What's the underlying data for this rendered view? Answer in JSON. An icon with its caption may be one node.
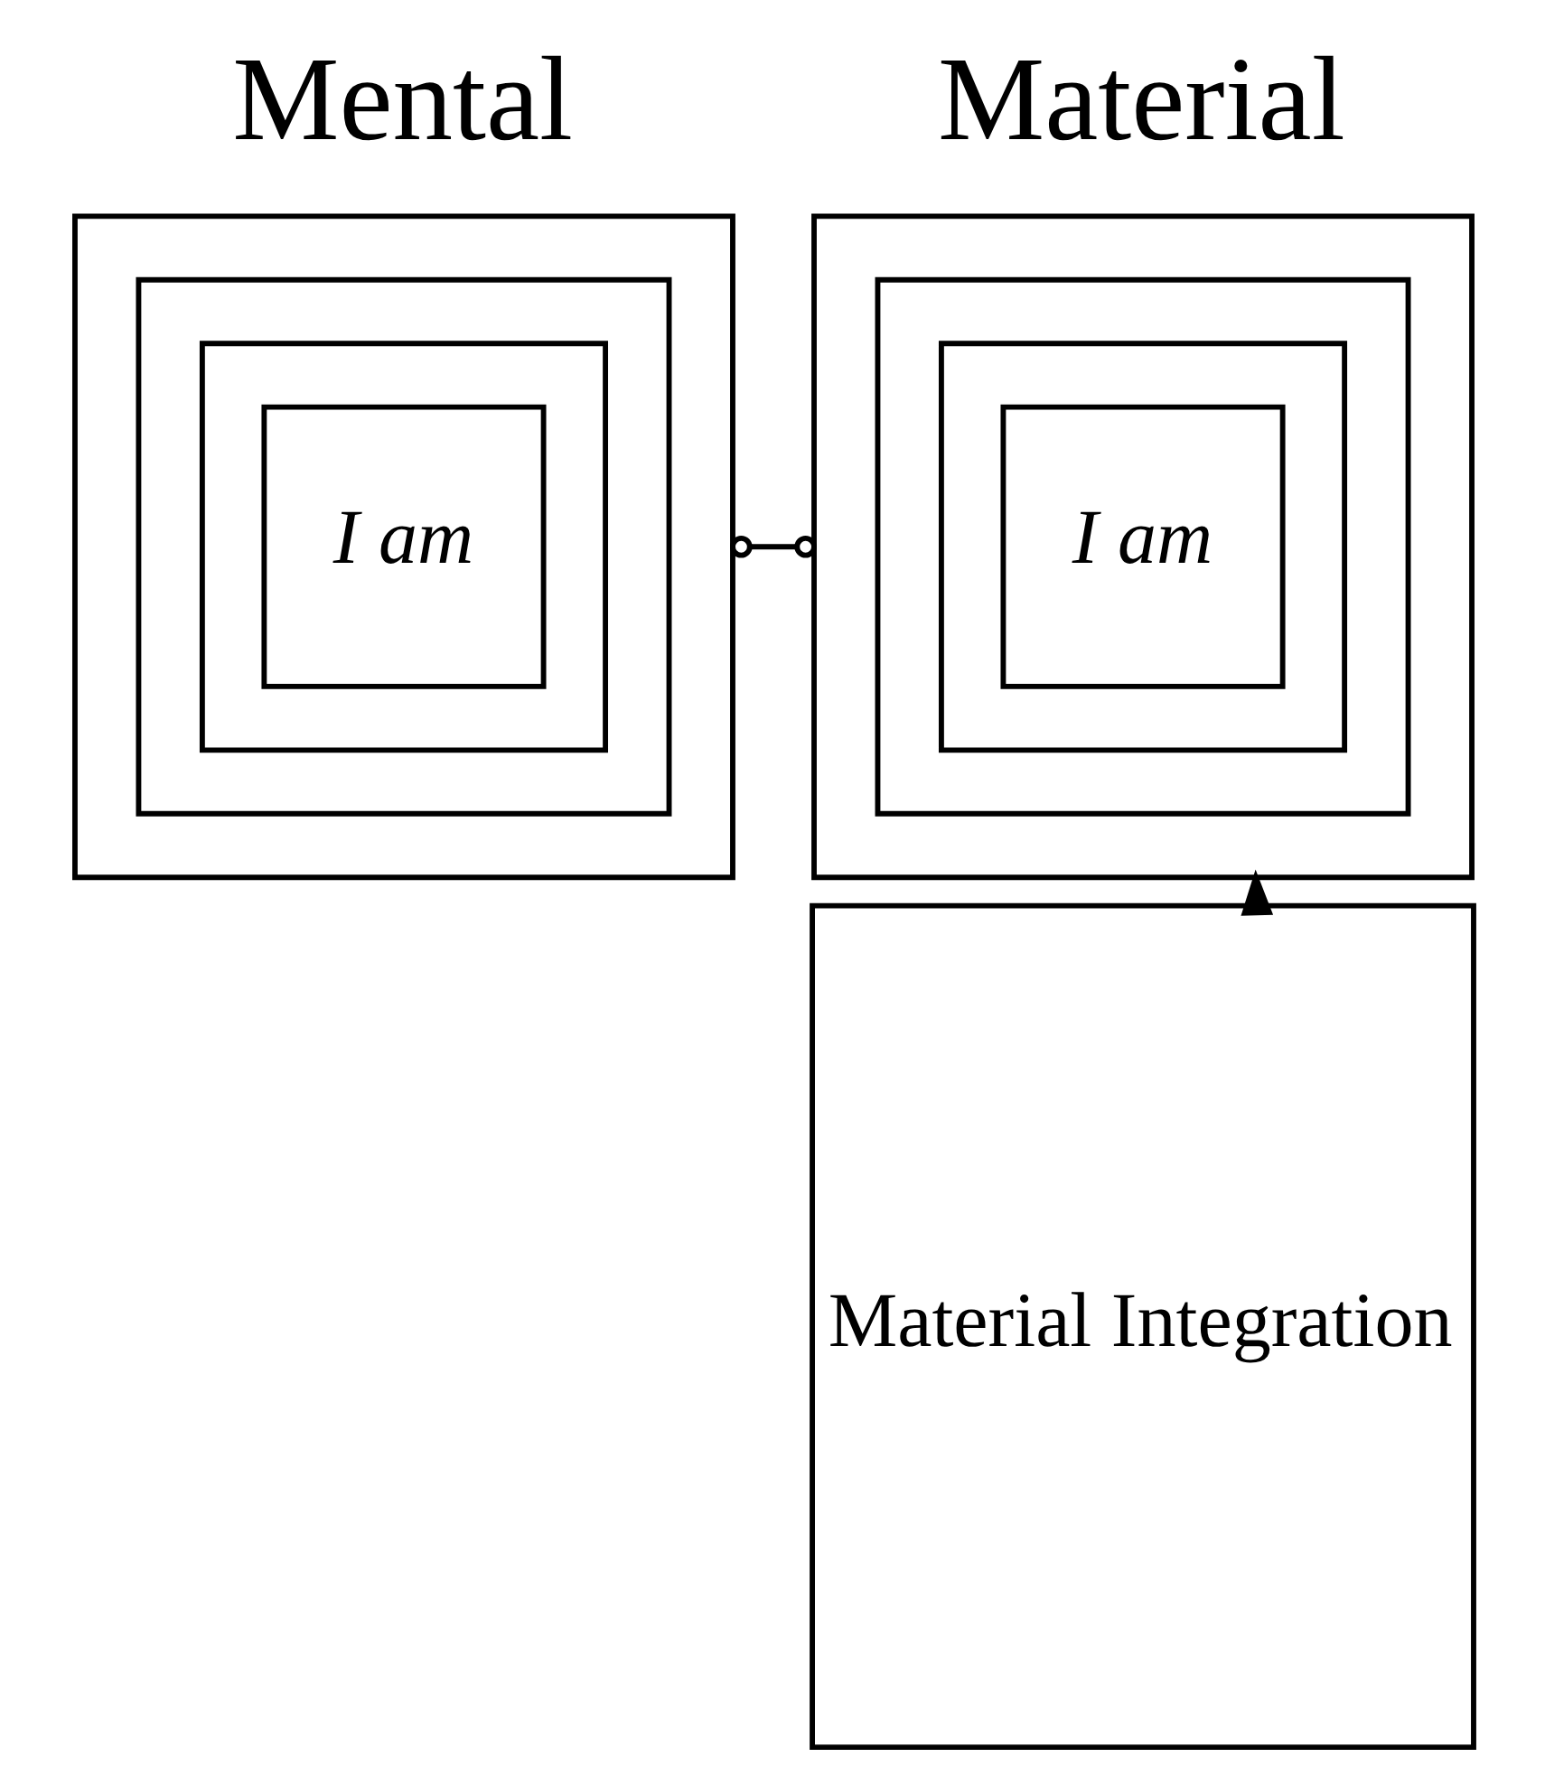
{
  "diagram": {
    "nodes": [
      {
        "text": [],
        "shape": "box"
      },
      {
        "text": [],
        "shape": "box",
        "in": 0
      },
      {
        "text": [],
        "shape": "box",
        "in": 1
      },
      {
        "text": [
          "I am"
        ],
        "in": 2
      },
      {
        "text": [],
        "shape": "box"
      },
      {
        "text": [],
        "shape": "box",
        "in": 4
      },
      {
        "text": [],
        "shape": "box",
        "in": 5
      },
      {
        "text": [
          "I am"
        ],
        "in": 6
      },
      {
        "text": [
          "Material Integration"
        ]
      }
    ],
    "edges": [
      {
        "from": 0,
        "to": 4,
        "arrow": "other"
      },
      {
        "from": 8,
        "to": 4,
        "arrow": "to"
      }
    ],
    "labels": [
      "Mental",
      "Material"
    ]
  }
}
